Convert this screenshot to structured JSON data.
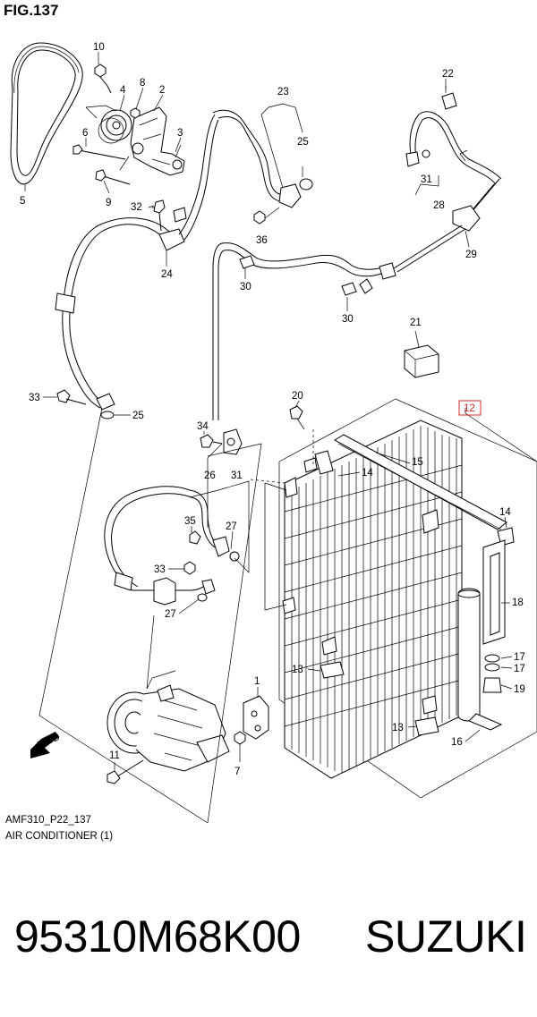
{
  "figure": {
    "title": "FIG.137",
    "code": "AMF310_P22_137",
    "section": "AIR CONDITIONER (1)"
  },
  "footer": {
    "part_number": "95310M68K00",
    "brand": "SUZUKI"
  },
  "callouts": {
    "c1": "1",
    "c2": "2",
    "c3": "3",
    "c4": "4",
    "c5": "5",
    "c6": "6",
    "c7": "7",
    "c8": "8",
    "c9": "9",
    "c10": "10",
    "c11": "11",
    "c12": "12",
    "c13a": "13",
    "c13b": "13",
    "c14a": "14",
    "c14b": "14",
    "c15": "15",
    "c16": "16",
    "c17a": "17",
    "c17b": "17",
    "c18": "18",
    "c19": "19",
    "c20": "20",
    "c21": "21",
    "c22": "22",
    "c23": "23",
    "c24": "24",
    "c25a": "25",
    "c25b": "25",
    "c26": "26",
    "c27a": "27",
    "c27b": "27",
    "c28": "28",
    "c29": "29",
    "c30a": "30",
    "c30b": "30",
    "c31a": "31",
    "c31b": "31",
    "c32": "32",
    "c33a": "33",
    "c33b": "33",
    "c34": "34",
    "c35": "35",
    "c36": "36"
  },
  "fwd_mark": "FWD",
  "highlight_color": "#d42a2a"
}
